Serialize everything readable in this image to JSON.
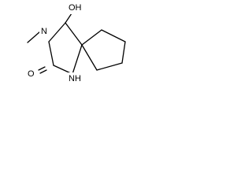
{
  "molecule": {
    "hydroxyl_label": "OH",
    "methyl_nitrogen_label": "N",
    "carbonyl_oxygen_label": "O",
    "amine_label": "NH"
  }
}
